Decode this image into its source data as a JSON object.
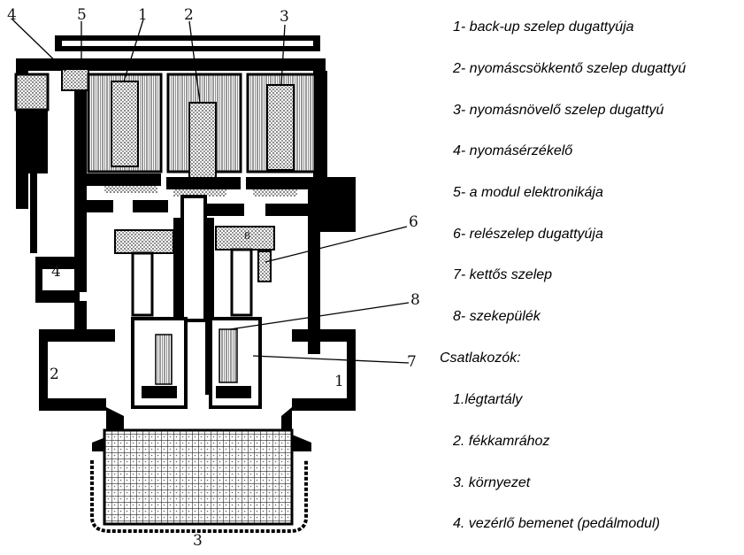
{
  "callouts": {
    "c1": "1",
    "c2": "2",
    "c3": "3",
    "c4": "4",
    "c5": "5",
    "c6": "6",
    "c7": "7",
    "c8": "8",
    "port1": "1",
    "port2": "2",
    "port3": "3",
    "port4": "4",
    "top_b": "8"
  },
  "legend": {
    "items": [
      "1- back-up szelep dugattyúja",
      "2- nyomáscsökkentő szelep dugattyú",
      "3- nyomásnövelő szelep dugattyú",
      "4- nyomásérzékelő",
      "5- a modul elektronikája",
      "6- relészelep dugattyúja",
      "7- kettős szelep",
      "8- szekepülék"
    ],
    "connectors_title": "Csatlakozók:",
    "connectors": [
      "1.légtartály",
      "2. fékkamrához",
      "3. környezet",
      "4. vezérlő bemenet (pedálmodul)"
    ]
  }
}
